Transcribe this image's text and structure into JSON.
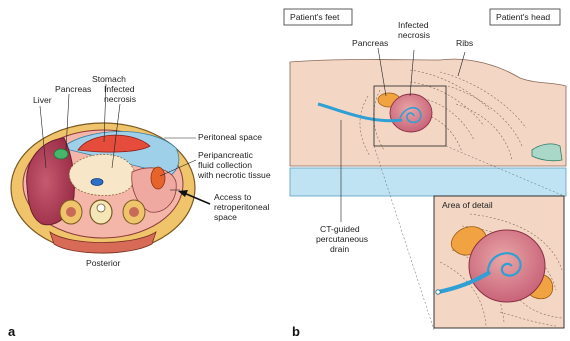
{
  "panel_a": {
    "letter": "a",
    "labels": {
      "stomach": "Stomach",
      "pancreas": "Pancreas",
      "infected_necrosis": [
        "Infected",
        "necrosis"
      ],
      "liver": "Liver",
      "peritoneal_space": "Peritoneal space",
      "peripancreatic": [
        "Peripancreatic",
        "fluid collection",
        "with necrotic tissue"
      ],
      "access": [
        "Access to",
        "retroperitoneal",
        "space"
      ],
      "posterior": "Posterior"
    }
  },
  "panel_b": {
    "letter": "b",
    "labels": {
      "patients_feet": "Patient's feet",
      "patients_head": "Patient's head",
      "pancreas": "Pancreas",
      "infected_necrosis": [
        "Infected",
        "necrosis"
      ],
      "ribs": "Ribs",
      "ct_drain": [
        "CT-guided",
        "percutaneous",
        "drain"
      ],
      "area_of_detail": "Area of detail"
    }
  },
  "colors": {
    "outer_ring": "#f0c46a",
    "body_cavity": "#f3b6a8",
    "liver": "#b6425a",
    "peritoneal": "#9fd0ea",
    "stomach": "#e54c3c",
    "necrosis_fill": "#f7e6c8",
    "pancreas": "#f1a341",
    "drain": "#2f9fd4",
    "table": "#bfe3f2",
    "body_skin": "#f3d6c4",
    "necrosis_sac": "#d9808a"
  }
}
